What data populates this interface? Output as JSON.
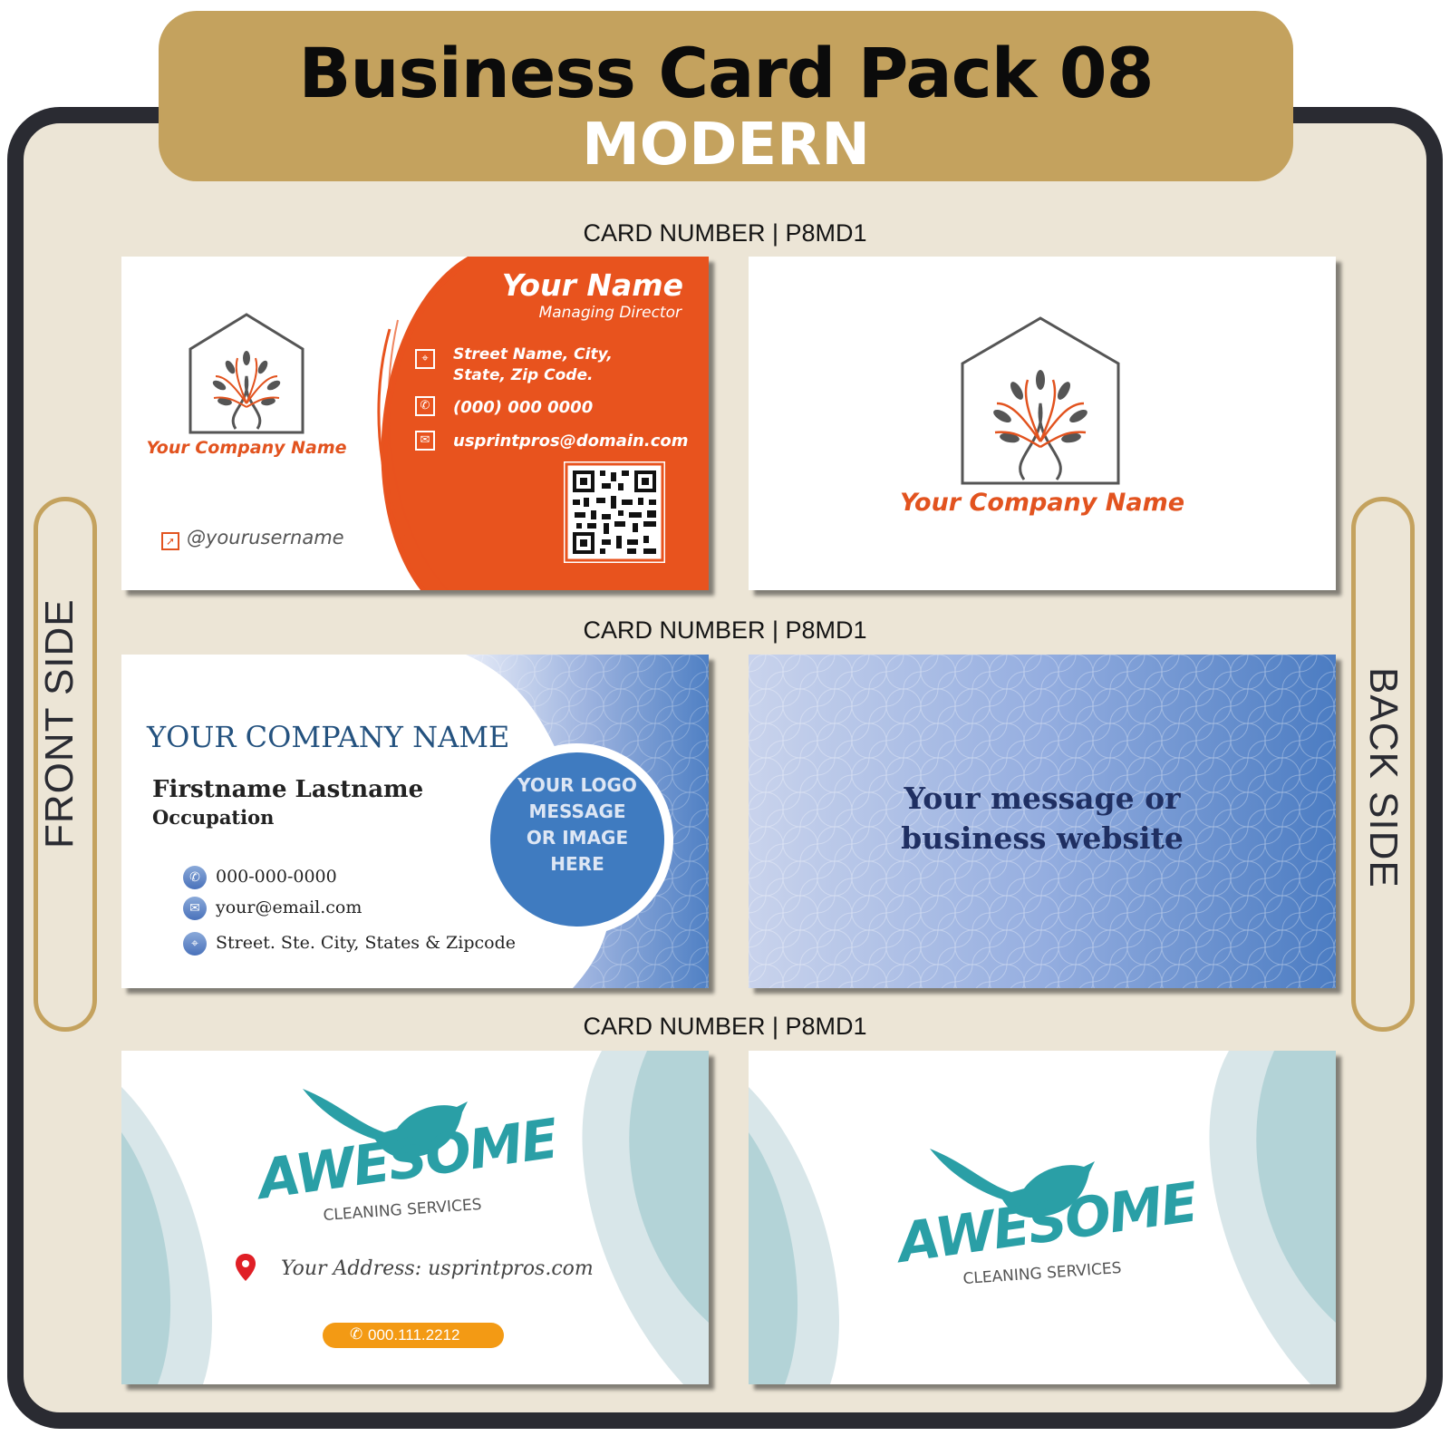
{
  "header": {
    "title": "Business Card Pack 08",
    "subtitle": "MODERN"
  },
  "labels": {
    "card_number": "CARD NUMBER | P8MD1",
    "front_side": "FRONT SIDE",
    "back_side": "BACK SIDE"
  },
  "colors": {
    "frame": "#2a2b32",
    "panel": "#ece5d6",
    "gold": "#c4a25e",
    "orange": "#e2531f",
    "blue": "#3f7bc0",
    "navy": "#1e2f63",
    "teal": "#2aa2a9"
  },
  "cards": {
    "orange_front": {
      "company": "Your Company Name",
      "name": "Your Name",
      "title": "Managing Director",
      "address_line1": "Street Name, City,",
      "address_line2": "State, Zip Code.",
      "phone": "(000) 000 0000",
      "email": "usprintpros@domain.com",
      "username": "@yourusername",
      "icons": [
        "house-tree-logo-icon",
        "location-pin-icon",
        "phone-icon",
        "mail-icon",
        "qr-code-icon",
        "cursor-icon"
      ]
    },
    "orange_back": {
      "company": "Your Company Name"
    },
    "blue_front": {
      "company": "YOUR COMPANY NAME",
      "name": "Firstname Lastname",
      "occupation": "Occupation",
      "phone": "000-000-0000",
      "email": "your@email.com",
      "address": "Street. Ste. City, States & Zipcode",
      "logo_line1": "YOUR LOGO",
      "logo_line2": "MESSAGE",
      "logo_line3": "OR IMAGE",
      "logo_line4": "HERE"
    },
    "blue_back": {
      "message_line1": "Your message or",
      "message_line2": "business website"
    },
    "teal_front": {
      "brand": "AWESOME",
      "tagline": "CLEANING SERVICES",
      "address": "Your Address: usprintpros.com",
      "phone": "000.111.2212"
    },
    "teal_back": {
      "brand": "AWESOME",
      "tagline": "CLEANING SERVICES"
    }
  }
}
